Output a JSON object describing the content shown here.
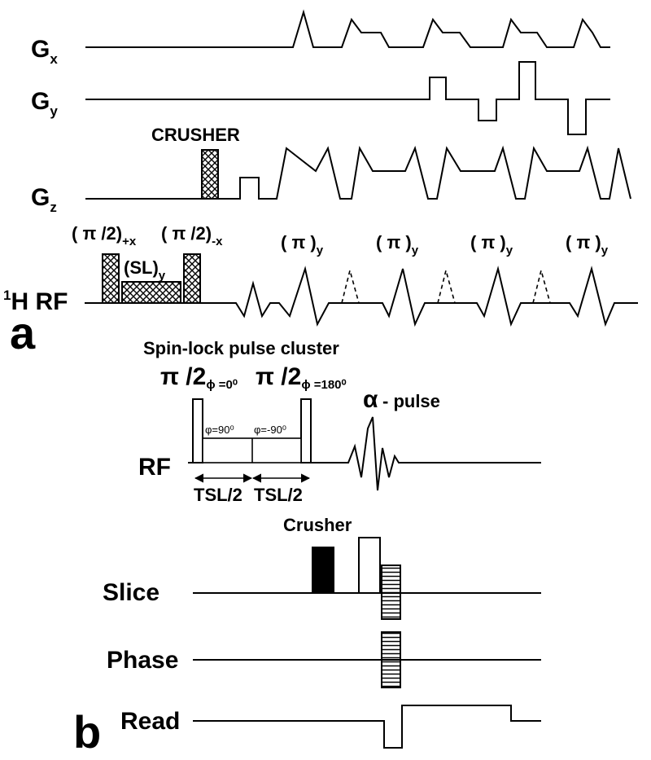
{
  "panel_a": {
    "panel_label": "a",
    "axes": {
      "gx": {
        "main": "G",
        "sub": "x"
      },
      "gy": {
        "main": "G",
        "sub": "y"
      },
      "gz": {
        "main": "G",
        "sub": "z"
      },
      "rf": {
        "pre": "1",
        "main": "H RF"
      }
    },
    "crusher_label": "CRUSHER",
    "pulse_plus_x": {
      "main": "( π /2)",
      "sub": "+x"
    },
    "pulse_minus_x": {
      "main": "( π /2)",
      "sub": "-x"
    },
    "spin_lock": {
      "main": "(SL)",
      "sub": "y"
    },
    "refocus": {
      "main": "( π )",
      "sub": "y"
    }
  },
  "panel_b": {
    "panel_label": "b",
    "title": "Spin-lock pulse cluster",
    "pulse_1": {
      "main": "π /2",
      "sub": "ϕ =0⁰"
    },
    "pulse_2": {
      "main": "π /2",
      "sub": "ϕ =180⁰"
    },
    "phase_1": "φ=90⁰",
    "phase_2": "φ=-90⁰",
    "alpha": {
      "symbol": "α",
      "text": "- pulse"
    },
    "tsl_half": "TSL/2",
    "crusher_label": "Crusher",
    "axes": {
      "rf": "RF",
      "slice": "Slice",
      "phase": "Phase",
      "read": "Read"
    }
  }
}
